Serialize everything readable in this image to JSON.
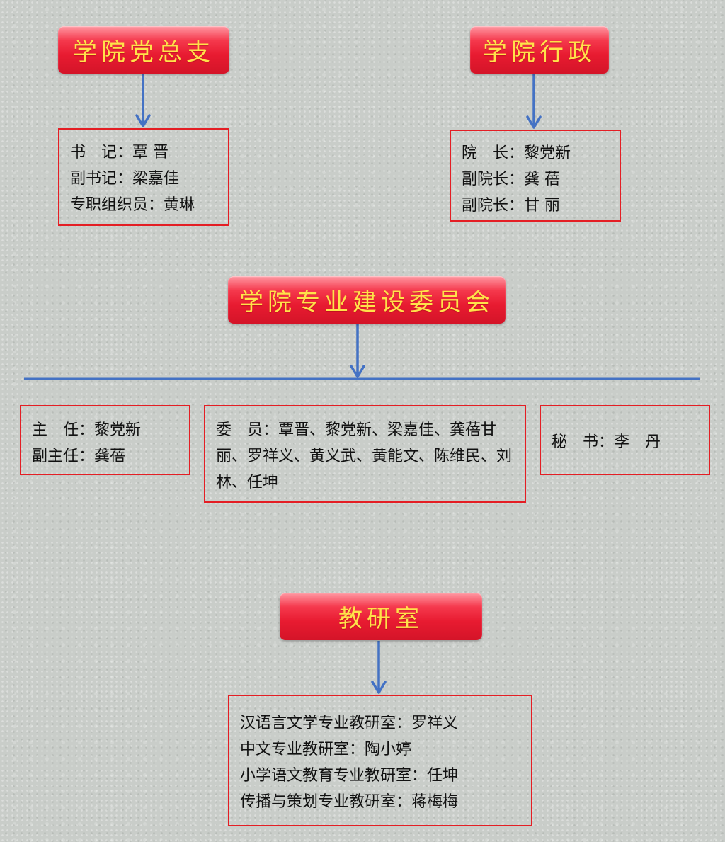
{
  "party_branch": {
    "title": "学院党总支",
    "members": [
      "书　记：覃 晋",
      "副书记：梁嘉佳",
      "专职组织员：黄琳"
    ]
  },
  "administration": {
    "title": "学院行政",
    "members": [
      "院　长：黎党新",
      "副院长：龚 蓓",
      "副院长：甘 丽"
    ]
  },
  "committee": {
    "title": "学院专业建设委员会",
    "director_box": [
      "主　任：黎党新",
      "副主任：龚蓓"
    ],
    "members_text": "委　员：覃晋、黎党新、梁嘉佳、龚蓓甘丽、罗祥义、黄义武、黄能文、陈维民、刘林、任坤",
    "secretary": "秘　书：李　丹"
  },
  "teaching_office": {
    "title": "教研室",
    "members": [
      "汉语言文学专业教研室：罗祥义",
      "中文专业教研室：陶小婷",
      "小学语文教育专业教研室：任坤",
      "传播与策划专业教研室：蒋梅梅"
    ]
  },
  "colors": {
    "pill_red": "#e81b31",
    "pill_text": "#ffe24a",
    "box_border": "#e41e24",
    "connector_blue": "#4472c4"
  }
}
